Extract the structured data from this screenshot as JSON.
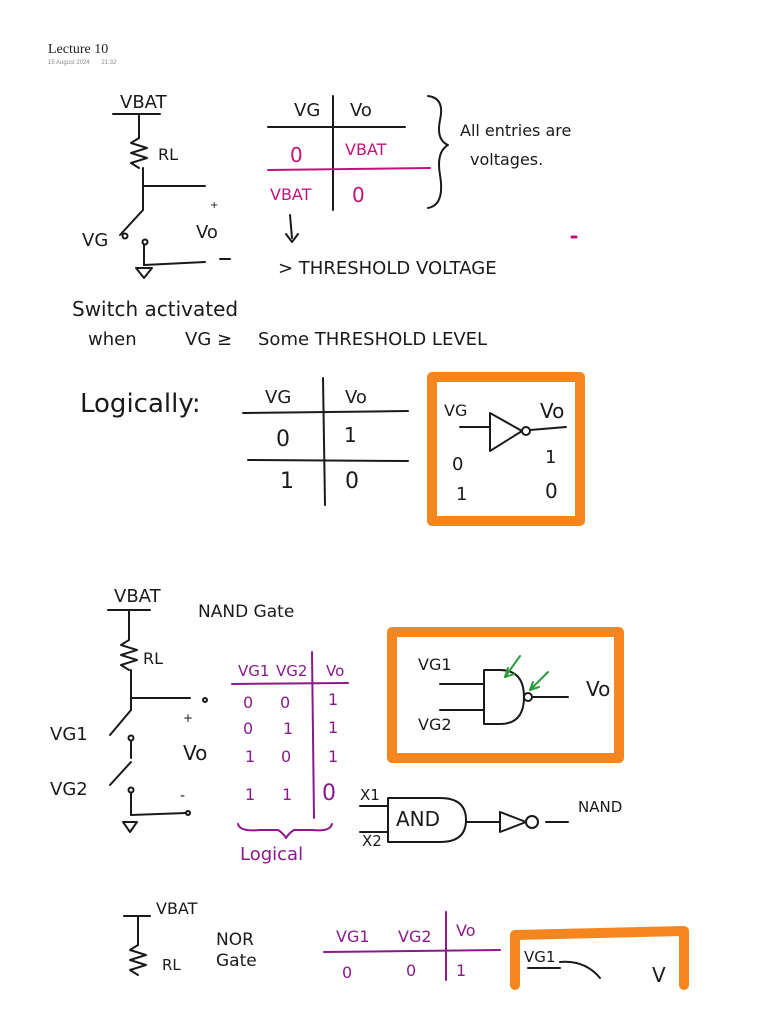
{
  "page": {
    "title": "Lecture 10",
    "date": "15 August 2024",
    "time": "21:32"
  },
  "colors": {
    "ink": "#1a1a1a",
    "magenta": "#c4127a",
    "purple": "#8a1a8a",
    "orange": "#f5861f",
    "green": "#2a9a3a"
  },
  "section1": {
    "vbat": "VBAT",
    "rl": "RL",
    "vg": "VG",
    "vo": "Vo",
    "plus": "+",
    "minus": "-",
    "table_head": [
      "VG",
      "Vo"
    ],
    "row1": [
      "0",
      "VBAT"
    ],
    "row2": [
      "VBAT",
      "0"
    ],
    "note_line1": "All entries are",
    "note_line2": "voltages.",
    "threshold": "> THRESHOLD VOLTAGE",
    "switch_line1": "Switch activated",
    "switch_line2_a": "when",
    "switch_line2_b": "VG ≥",
    "switch_line2_c": "Some THRESHOLD LEVEL"
  },
  "section2": {
    "logically": "Logically:",
    "table_head": [
      "VG",
      "Vo"
    ],
    "row1": [
      "0",
      "1"
    ],
    "row2": [
      "1",
      "0"
    ],
    "box_vg": "VG",
    "box_vo": "Vo",
    "box_row1": [
      "0",
      "1"
    ],
    "box_row2": [
      "1",
      "0"
    ]
  },
  "section3": {
    "vbat": "VBAT",
    "rl": "RL",
    "title": "NAND Gate",
    "vg1": "VG1",
    "vg2": "VG2",
    "vo": "Vo",
    "plus": "+",
    "minus": "-",
    "table_head": [
      "VG1",
      "VG2",
      "Vo"
    ],
    "rows": [
      [
        "0",
        "0",
        "1"
      ],
      [
        "0",
        "1",
        "1"
      ],
      [
        "1",
        "0",
        "1"
      ],
      [
        "1",
        "1",
        "0"
      ]
    ],
    "logical": "Logical",
    "box_vg1": "VG1",
    "box_vg2": "VG2",
    "box_vo": "Vo",
    "x1": "X1",
    "x2": "X2",
    "and": "AND",
    "nand": "NAND"
  },
  "section4": {
    "vbat": "VBAT",
    "rl": "RL",
    "title_line1": "NOR",
    "title_line2": "Gate",
    "table_head": [
      "VG1",
      "VG2",
      "Vo"
    ],
    "row1": [
      "0",
      "0",
      "1"
    ],
    "box_vg1": "VG1",
    "box_v": "V"
  }
}
